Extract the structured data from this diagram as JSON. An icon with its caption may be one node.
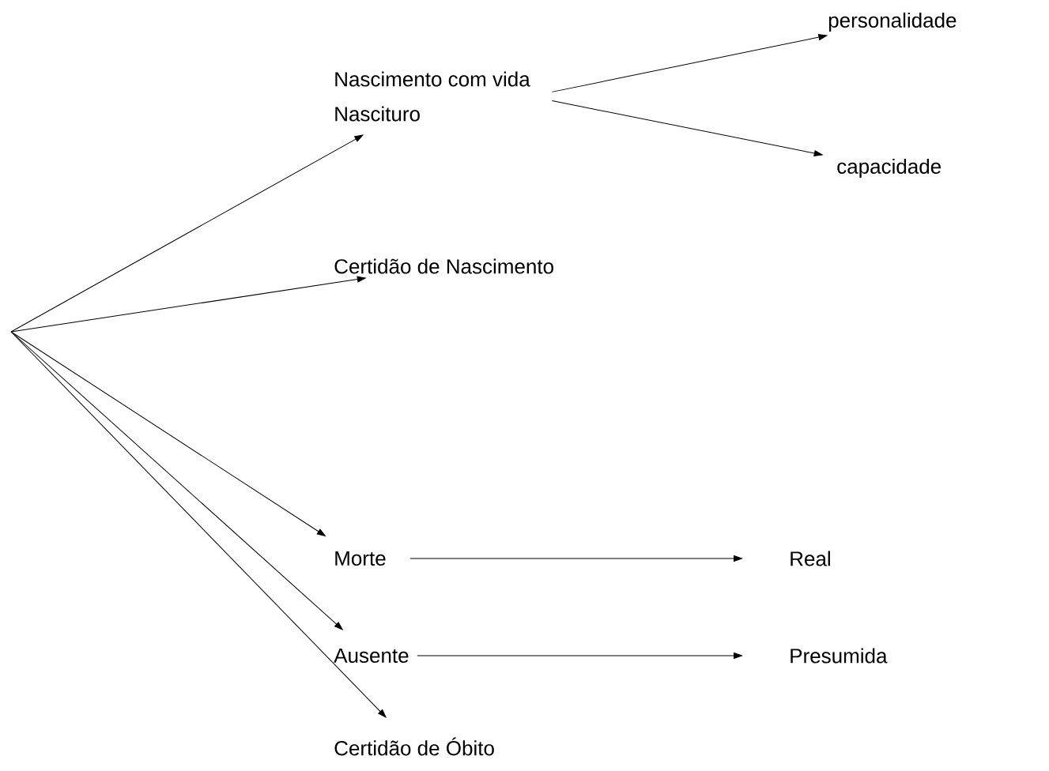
{
  "diagram": {
    "nodes": [
      {
        "text": [
          "Nascimento com vida",
          "Nascituro"
        ]
      },
      {
        "text": [
          "personalidade"
        ]
      },
      {
        "text": [
          "capacidade"
        ]
      },
      {
        "text": [
          "Certidão de Nascimento"
        ]
      },
      {
        "text": [
          "Morte"
        ]
      },
      {
        "text": [
          "Real"
        ]
      },
      {
        "text": [
          "Ausente"
        ]
      },
      {
        "text": [
          "Presumida"
        ]
      },
      {
        "text": [
          "Certidão de Óbito"
        ]
      }
    ],
    "edges": [
      {
        "from": null,
        "to": 0,
        "arrow": "to"
      },
      {
        "from": 0,
        "to": 1,
        "arrow": "to"
      },
      {
        "from": 0,
        "to": 2,
        "arrow": "to"
      },
      {
        "from": null,
        "to": 3,
        "arrow": "to"
      },
      {
        "from": null,
        "to": 4,
        "arrow": "to"
      },
      {
        "from": null,
        "to": 6,
        "arrow": "to"
      },
      {
        "from": null,
        "to": 8,
        "arrow": "to"
      },
      {
        "from": 4,
        "to": 5,
        "arrow": "to"
      },
      {
        "from": 6,
        "to": 7,
        "arrow": "to"
      }
    ]
  }
}
